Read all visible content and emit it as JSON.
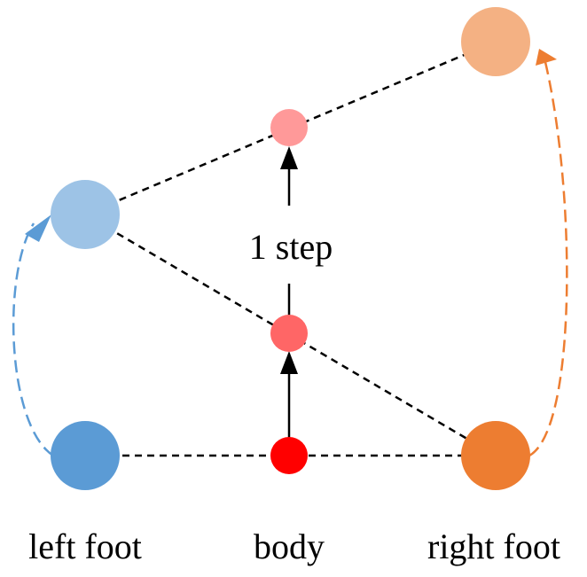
{
  "labels": {
    "left_foot": "left foot",
    "body": "body",
    "right_foot": "right foot",
    "step": "1 step"
  },
  "colors": {
    "left_foot_initial": "#5b9bd5",
    "left_foot_next": "#9dc3e6",
    "body_initial": "#ff0000",
    "body_middle": "#ff6666",
    "body_final": "#ff9999",
    "right_foot_initial": "#ed7d31",
    "right_foot_final": "#f4b183",
    "left_arrow": "#5b9bd5",
    "right_arrow": "#ed7d31",
    "line": "#000000"
  }
}
